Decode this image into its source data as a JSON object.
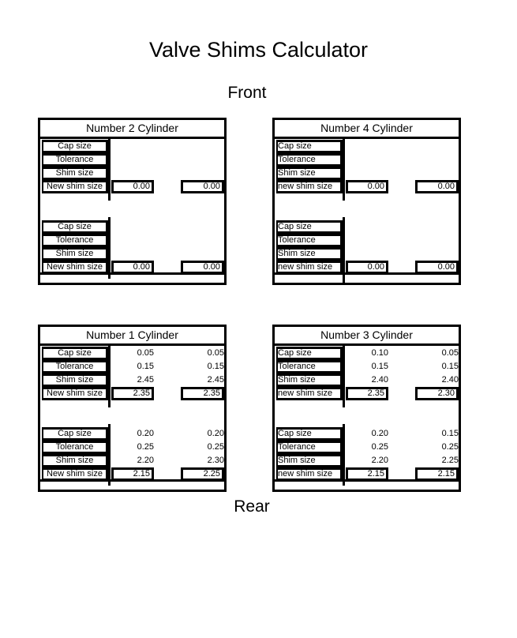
{
  "page": {
    "title": "Valve Shims Calculator",
    "front_label": "Front",
    "rear_label": "Rear"
  },
  "labels": {
    "cap": "Cap size",
    "tolerance": "Tolerance",
    "shim": "Shim size",
    "new_shim_upper": "New  shim size",
    "new_shim_lower": "new  shim size"
  },
  "cylinders": [
    {
      "title": "Number 2 Cylinder",
      "groups": [
        {
          "cap": [
            "",
            ""
          ],
          "tolerance": [
            "",
            ""
          ],
          "shim": [
            "",
            ""
          ],
          "new": [
            "0.00",
            "0.00"
          ]
        },
        {
          "cap": [
            "",
            ""
          ],
          "tolerance": [
            "",
            ""
          ],
          "shim": [
            "",
            ""
          ],
          "new": [
            "0.00",
            "0.00"
          ]
        }
      ]
    },
    {
      "title": "Number 4 Cylinder",
      "groups": [
        {
          "cap": [
            "",
            ""
          ],
          "tolerance": [
            "",
            ""
          ],
          "shim": [
            "",
            ""
          ],
          "new": [
            "0.00",
            "0.00"
          ]
        },
        {
          "cap": [
            "",
            ""
          ],
          "tolerance": [
            "",
            ""
          ],
          "shim": [
            "",
            ""
          ],
          "new": [
            "0.00",
            "0.00"
          ]
        }
      ]
    },
    {
      "title": "Number 1 Cylinder",
      "groups": [
        {
          "cap": [
            "0.05",
            "0.05"
          ],
          "tolerance": [
            "0.15",
            "0.15"
          ],
          "shim": [
            "2.45",
            "2.45"
          ],
          "new": [
            "2.35",
            "2.35"
          ]
        },
        {
          "cap": [
            "0.20",
            "0.20"
          ],
          "tolerance": [
            "0.25",
            "0.25"
          ],
          "shim": [
            "2.20",
            "2.30"
          ],
          "new": [
            "2.15",
            "2.25"
          ]
        }
      ]
    },
    {
      "title": "Number 3 Cylinder",
      "groups": [
        {
          "cap": [
            "0.10",
            "0.05"
          ],
          "tolerance": [
            "0.15",
            "0.15"
          ],
          "shim": [
            "2.40",
            "2.40"
          ],
          "new": [
            "2.35",
            "2.30"
          ]
        },
        {
          "cap": [
            "0.20",
            "0.15"
          ],
          "tolerance": [
            "0.25",
            "0.25"
          ],
          "shim": [
            "2.20",
            "2.25"
          ],
          "new": [
            "2.15",
            "2.15"
          ]
        }
      ]
    }
  ]
}
